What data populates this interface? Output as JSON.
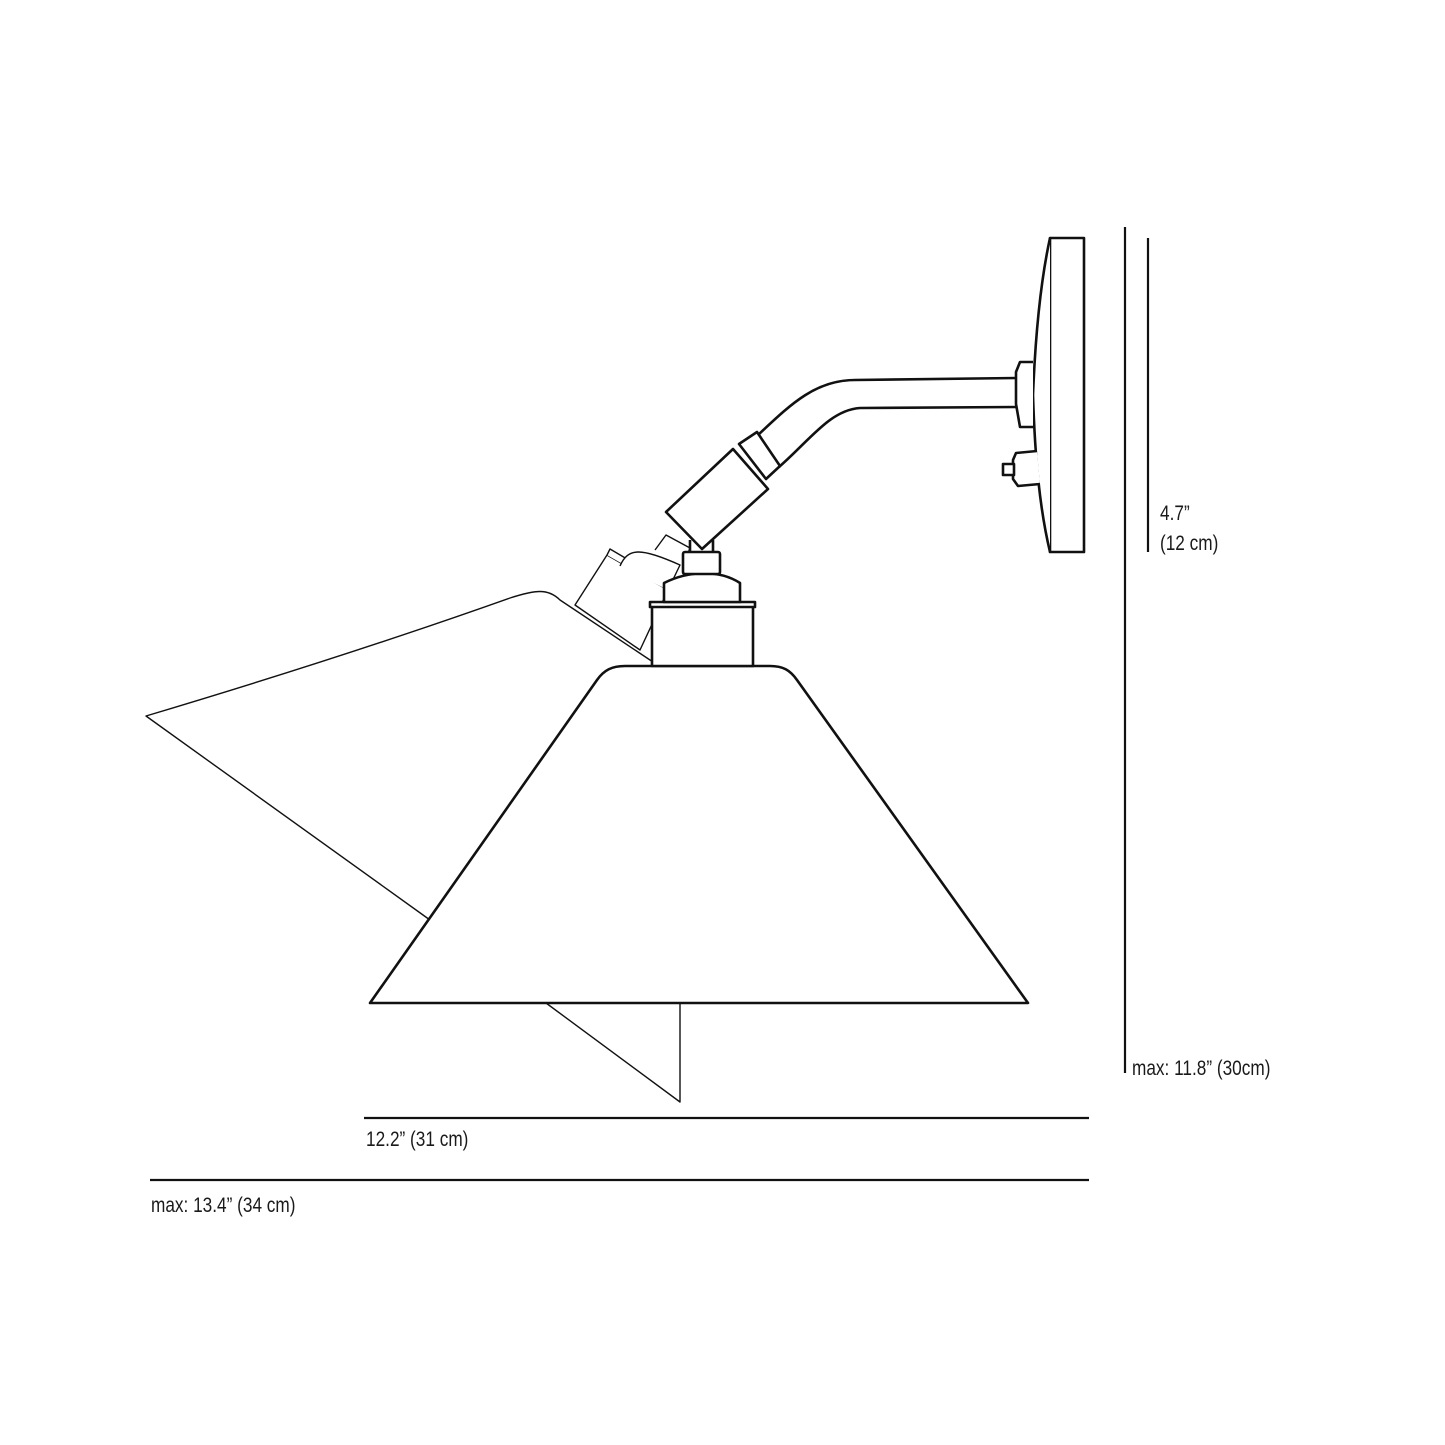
{
  "figure": {
    "subject": "wall lamp dimension drawing",
    "line_color": "#111111",
    "background": "#ffffff"
  },
  "dimensions": {
    "plate_height": {
      "imperial": "4.7”",
      "metric": "(12 cm)"
    },
    "max_height": {
      "label": "max: 11.8” (30cm)"
    },
    "shade_width": {
      "label": "12.2” (31 cm)"
    },
    "max_depth": {
      "label": "max: 13.4” (34 cm)"
    }
  }
}
